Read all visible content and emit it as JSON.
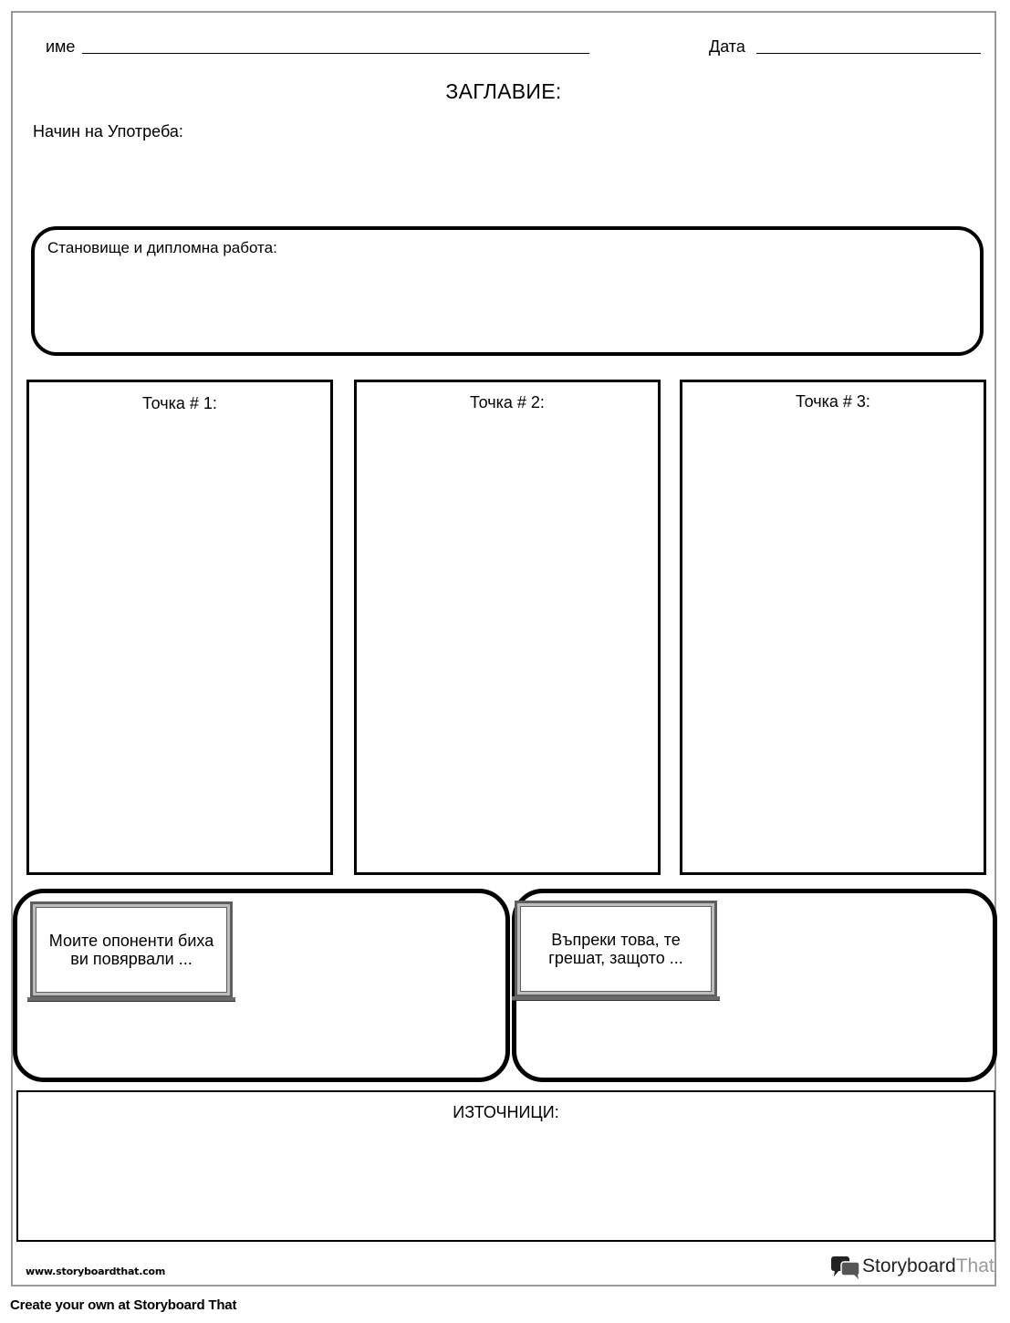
{
  "header": {
    "name_label": "име",
    "date_label": "Дата",
    "title": "ЗАГЛАВИЕ:",
    "usage_label": "Начин на Употреба:"
  },
  "thesis": {
    "label": "Становище и дипломна работа:"
  },
  "points": [
    {
      "label": "Точка # 1:"
    },
    {
      "label": "Точка # 2:"
    },
    {
      "label": "Точка # 3:"
    }
  ],
  "counter": {
    "opponents_text": "Моите опоненти биха ви повярвали ...",
    "rebuttal_text": "Въпреки това, те грешат, защото ..."
  },
  "sources": {
    "label": "ИЗТОЧНИЦИ:"
  },
  "watermark": {
    "url": "www.storyboardthat.com",
    "brand_primary": "Storyboard",
    "brand_secondary": "That"
  },
  "footer": {
    "text": "Create your own at Storyboard That"
  }
}
